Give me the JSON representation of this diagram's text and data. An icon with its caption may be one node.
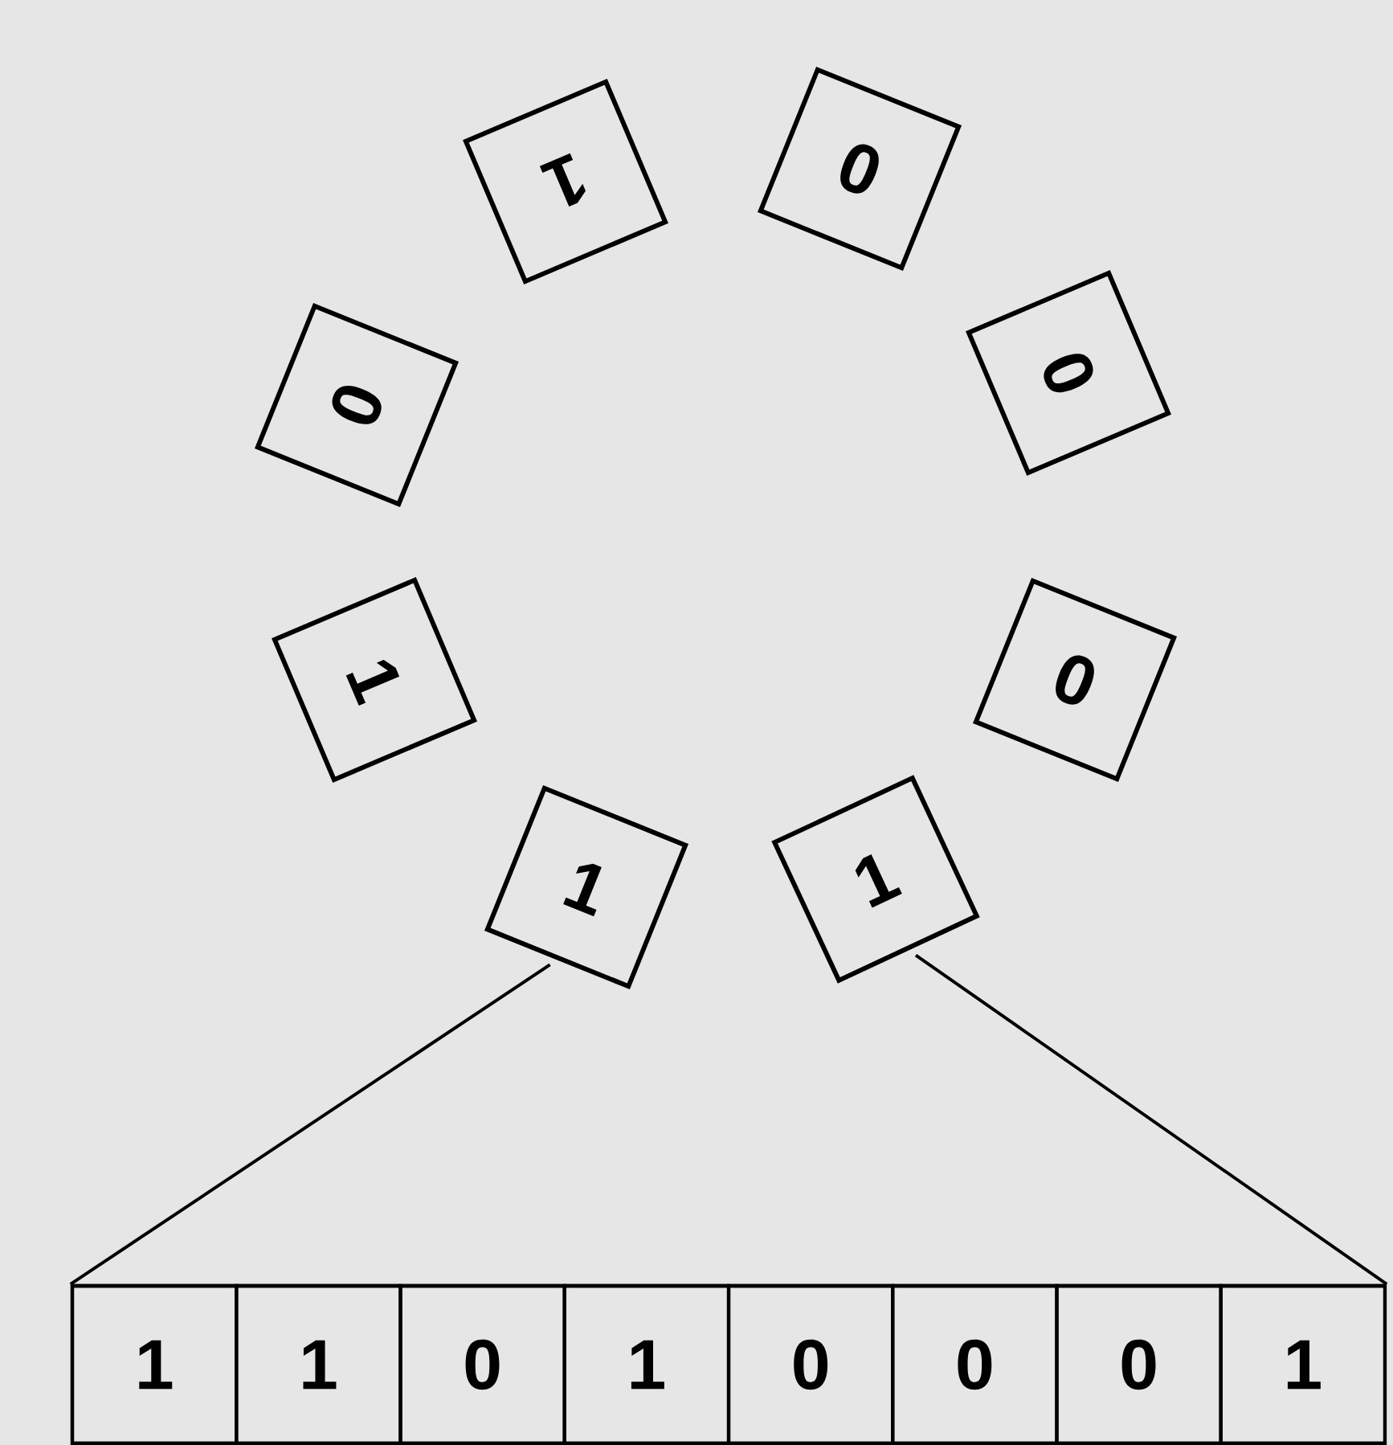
{
  "diagram": {
    "nodes": [
      {
        "text": [
          "1"
        ]
      },
      {
        "text": [
          "1"
        ]
      },
      {
        "text": [
          "0"
        ]
      },
      {
        "text": [
          "1"
        ]
      },
      {
        "text": [
          "0"
        ]
      },
      {
        "text": [
          "0"
        ]
      },
      {
        "text": [
          "0"
        ]
      },
      {
        "text": [
          "1"
        ]
      },
      {
        "text": [],
        "shape": "box"
      },
      {
        "text": [
          "1"
        ],
        "in": 8
      },
      {
        "text": [
          "1"
        ],
        "in": 8
      },
      {
        "text": [
          "0"
        ],
        "in": 8
      },
      {
        "text": [
          "1"
        ],
        "in": 8
      },
      {
        "text": [
          "0"
        ],
        "in": 8
      },
      {
        "text": [
          "0"
        ],
        "in": 8
      },
      {
        "text": [
          "0"
        ],
        "in": 8
      },
      {
        "text": [
          "1"
        ],
        "in": 8
      }
    ],
    "edges": [
      {
        "from": 0,
        "to": 8,
        "arrow": "none"
      },
      {
        "from": 7,
        "to": 8,
        "arrow": "none"
      }
    ]
  }
}
